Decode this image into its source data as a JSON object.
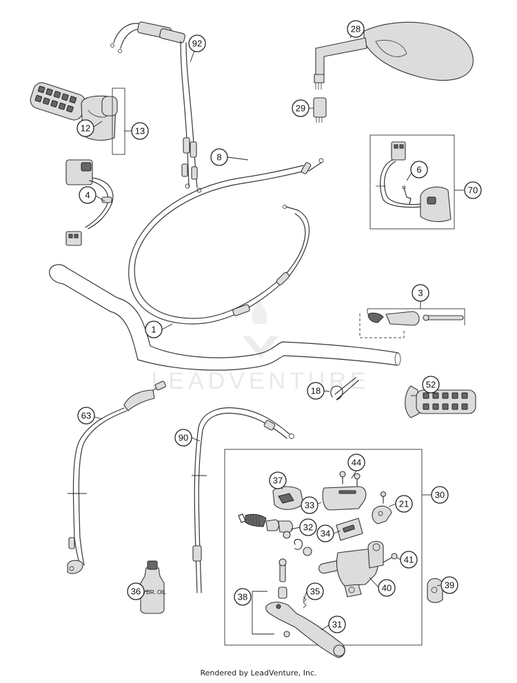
{
  "callouts": [
    {
      "id": "c1",
      "label": "1"
    },
    {
      "id": "c3",
      "label": "3"
    },
    {
      "id": "c4",
      "label": "4"
    },
    {
      "id": "c6",
      "label": "6"
    },
    {
      "id": "c8",
      "label": "8"
    },
    {
      "id": "c12",
      "label": "12"
    },
    {
      "id": "c13",
      "label": "13"
    },
    {
      "id": "c18",
      "label": "18"
    },
    {
      "id": "c21",
      "label": "21"
    },
    {
      "id": "c28",
      "label": "28"
    },
    {
      "id": "c29",
      "label": "29"
    },
    {
      "id": "c30",
      "label": "30"
    },
    {
      "id": "c31",
      "label": "31"
    },
    {
      "id": "c32",
      "label": "32"
    },
    {
      "id": "c33",
      "label": "33"
    },
    {
      "id": "c34",
      "label": "34"
    },
    {
      "id": "c35",
      "label": "35"
    },
    {
      "id": "c36",
      "label": "36"
    },
    {
      "id": "c37",
      "label": "37"
    },
    {
      "id": "c38",
      "label": "38"
    },
    {
      "id": "c39",
      "label": "39"
    },
    {
      "id": "c40",
      "label": "40"
    },
    {
      "id": "c41",
      "label": "41"
    },
    {
      "id": "c44",
      "label": "44"
    },
    {
      "id": "c52",
      "label": "52"
    },
    {
      "id": "c63",
      "label": "63"
    },
    {
      "id": "c70",
      "label": "70"
    },
    {
      "id": "c90",
      "label": "90"
    },
    {
      "id": "c92",
      "label": "92"
    }
  ],
  "bottle_label": "HYDR. OIL",
  "watermark": "LEADVENTURE",
  "footer": "Rendered by LeadVenture, Inc."
}
